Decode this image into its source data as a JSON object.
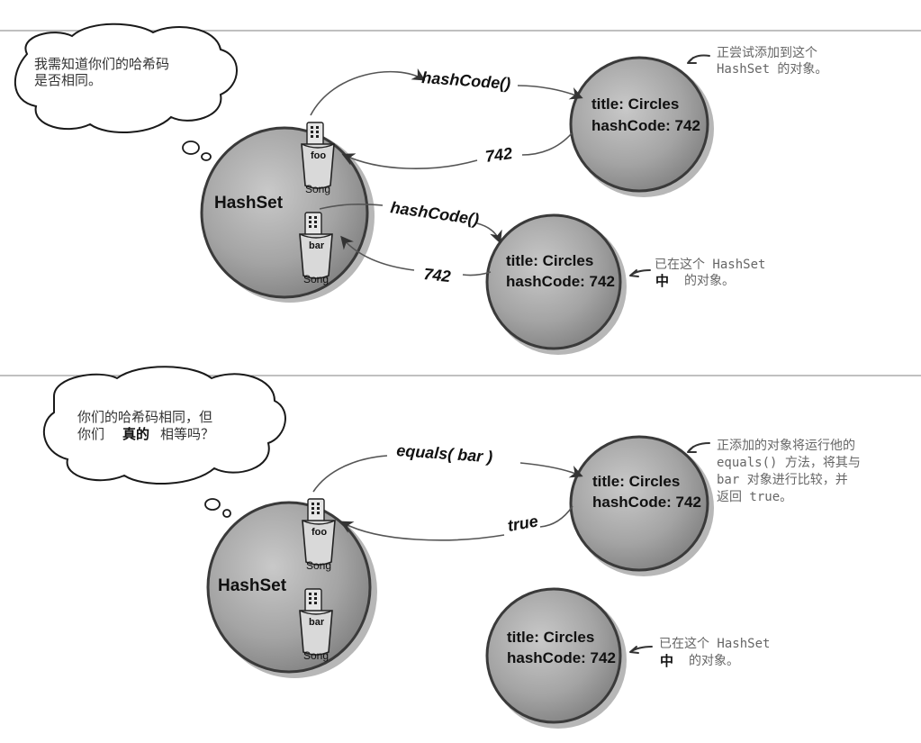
{
  "top": {
    "thought": {
      "line1": "我需知道你们的哈希码",
      "line2": "是否相同。"
    },
    "hashset_label": "HashSet",
    "cup_foo": {
      "tag": "foo",
      "label": "Song"
    },
    "cup_bar": {
      "tag": "bar",
      "label": "Song"
    },
    "arrow_call_1": "hashCode()",
    "arrow_return_1": "742",
    "arrow_call_2": "hashCode()",
    "arrow_return_2": "742",
    "obj_new": {
      "line1": "title: Circles",
      "line2": "hashCode: 742"
    },
    "obj_existing": {
      "line1": "title: Circles",
      "line2": "hashCode: 742"
    },
    "note_new": {
      "line1": "正尝试添加到这个",
      "line2": "HashSet 的对象。"
    },
    "note_existing": {
      "line1": "已在这个 HashSet",
      "line2_bold": "中",
      "line2_rest": "的对象。"
    }
  },
  "bottom": {
    "thought": {
      "line1": "你们的哈希码相同，但",
      "line2_a": "你们",
      "line2_bold": "真的",
      "line2_c": "相等吗？"
    },
    "hashset_label": "HashSet",
    "cup_foo": {
      "tag": "foo",
      "label": "Song"
    },
    "cup_bar": {
      "tag": "bar",
      "label": "Song"
    },
    "arrow_call": "equals( bar )",
    "arrow_return": "true",
    "obj_new": {
      "line1": "title: Circles",
      "line2": "hashCode: 742"
    },
    "obj_existing": {
      "line1": "title: Circles",
      "line2": "hashCode: 742"
    },
    "note_new": {
      "line1": "正添加的对象将运行他的",
      "line2": "equals() 方法，将其与",
      "line3": "bar 对象进行比较，并",
      "line4": "返回 true。"
    },
    "note_existing": {
      "line1": "已在这个 HashSet",
      "line2_bold": "中",
      "line2_rest": "的对象。"
    }
  },
  "colors": {
    "blob_fill": "#a9a9a9",
    "blob_stroke": "#3a3a3a",
    "divider": "#9a9a9a",
    "note_text": "#666666"
  }
}
